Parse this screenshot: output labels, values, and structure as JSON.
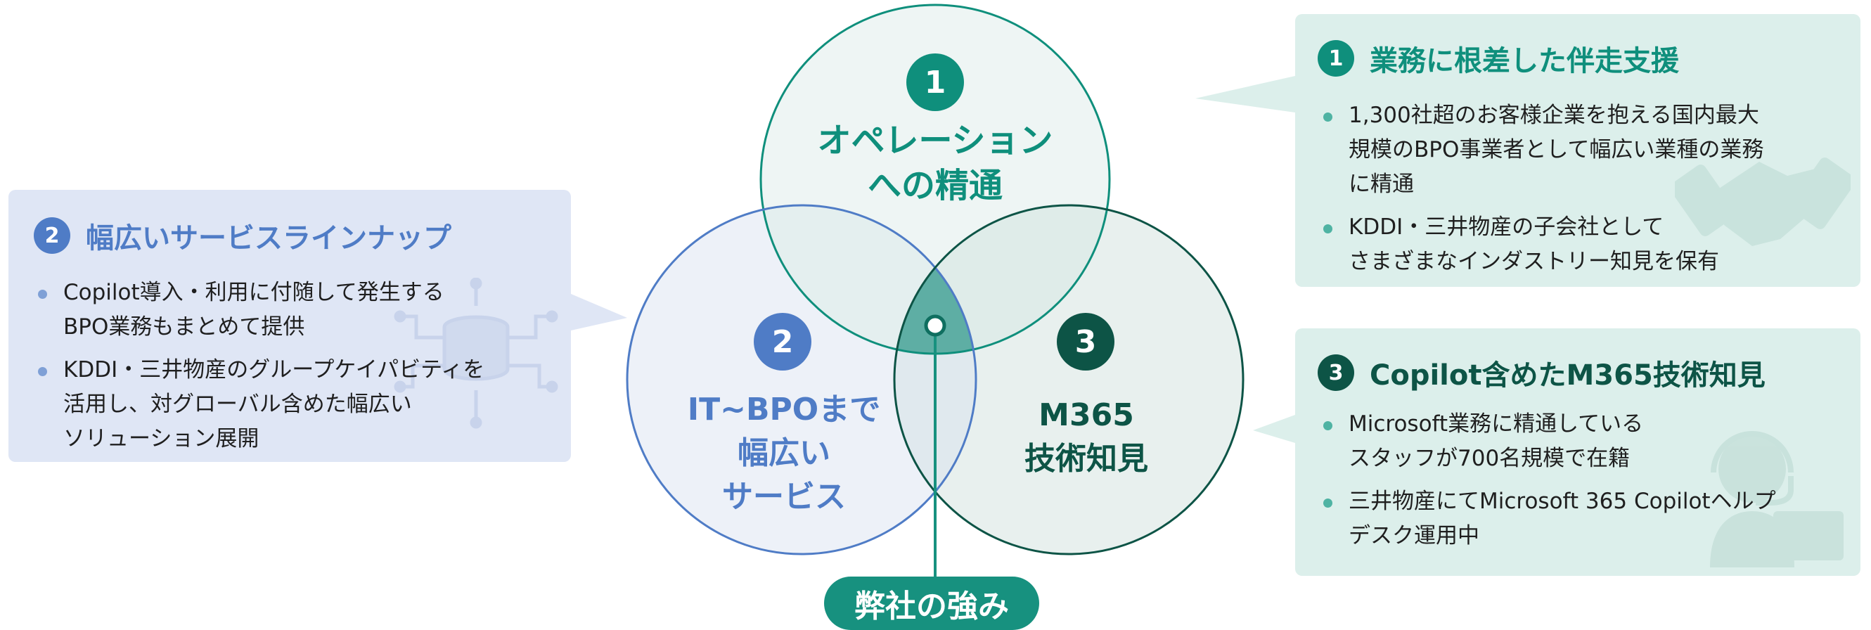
{
  "colors": {
    "blue": "#4f7cc6",
    "teal": "#0f8f7c",
    "dark_green": "#0d5446",
    "panel_blue": "#dfe6f5",
    "panel_teal": "#dcefeb"
  },
  "venn": {
    "circles": [
      {
        "number": "1",
        "label": "オペレーション\nへの精通",
        "color": "#0f8f7c"
      },
      {
        "number": "2",
        "label": "IT~BPOまで\n幅広い\nサービス",
        "color": "#4f7cc6"
      },
      {
        "number": "3",
        "label": "M365\n技術知見",
        "color": "#0d5446"
      }
    ],
    "center_label": "弊社の強み"
  },
  "panels": {
    "left": {
      "number": "2",
      "title": "幅広いサービスラインナップ",
      "icon": "server-network-icon",
      "bullets": [
        "Copilot導入・利用に付随して発生する\nBPO業務もまとめて提供",
        "KDDI・三井物産のグループケイパビティを\n活用し、対グローバル含めた幅広い\nソリューション展開"
      ]
    },
    "top_right": {
      "number": "1",
      "title": "業務に根差した伴走支援",
      "icon": "handshake-icon",
      "bullets": [
        "1,300社超のお客様企業を抱える国内最大\n規模のBPO事業者として幅広い業種の業務\nに精通",
        "KDDI・三井物産の子会社として\nさまざまなインダストリー知見を保有"
      ]
    },
    "bottom_right": {
      "number": "3",
      "title": "Copilot含めたM365技術知見",
      "icon": "headset-operator-icon",
      "bullets": [
        "Microsoft業務に精通している\nスタッフが700名規模で在籍",
        "三井物産にてMicrosoft 365 Copilotヘルプ\nデスク運用中"
      ]
    }
  }
}
